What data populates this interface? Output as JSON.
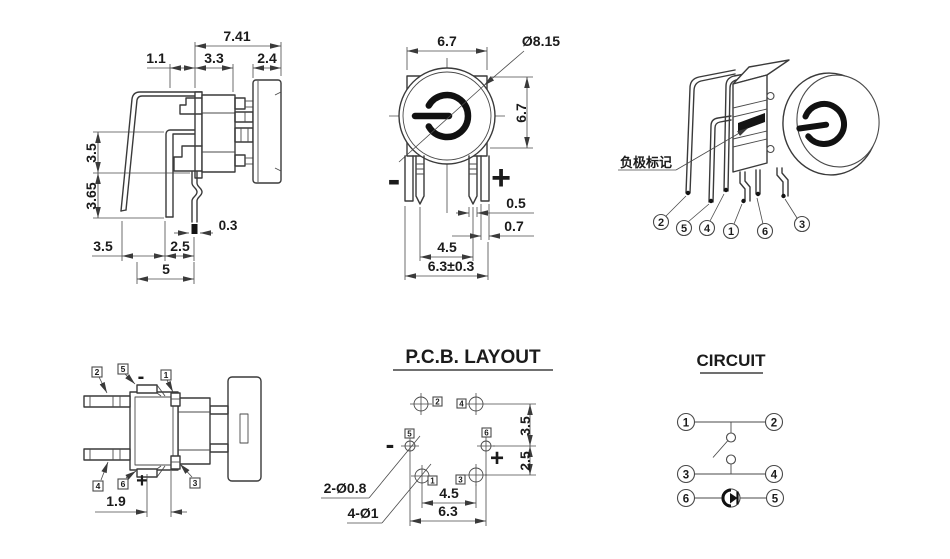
{
  "side_view": {
    "overall_width": "7.41",
    "flange_offset": "1.1",
    "body_width": "3.3",
    "cap_width": "2.4",
    "upper_height": "3.5",
    "lower_height": "3.65",
    "pin_tip_width": "0.3",
    "pin_span_a": "3.5",
    "pin_span_b": "2.5",
    "pin_span_total": "5"
  },
  "front_view": {
    "top_width": "6.7",
    "cap_diameter": "Ø8.15",
    "side_height": "6.7",
    "minus": "-",
    "plus": "+",
    "led_pin_width": "0.5",
    "switch_pin_width": "0.7",
    "led_pin_pitch": "4.5",
    "switch_pin_pitch": "6.3±0.3"
  },
  "iso_view": {
    "negative_mark_label": "负极标记",
    "pins": [
      "2",
      "5",
      "4",
      "1",
      "6",
      "3"
    ]
  },
  "bottom_view": {
    "pins": [
      "2",
      "5",
      "1",
      "4",
      "6",
      "3"
    ],
    "minus": "-",
    "plus": "+",
    "pin_offset": "1.9"
  },
  "pcb_layout": {
    "title": "P.C.B. LAYOUT",
    "pins": [
      "2",
      "4",
      "5",
      "6",
      "1",
      "3"
    ],
    "minus": "-",
    "plus": "+",
    "row_pitch_upper": "3.5",
    "row_pitch_lower": "2.5",
    "led_hole_pitch": "4.5",
    "switch_hole_pitch": "6.3",
    "small_holes_callout": "2-Ø0.8",
    "big_holes_callout": "4-Ø1"
  },
  "circuit": {
    "title": "CIRCUIT",
    "pins": [
      "1",
      "2",
      "3",
      "4",
      "6",
      "5"
    ]
  }
}
